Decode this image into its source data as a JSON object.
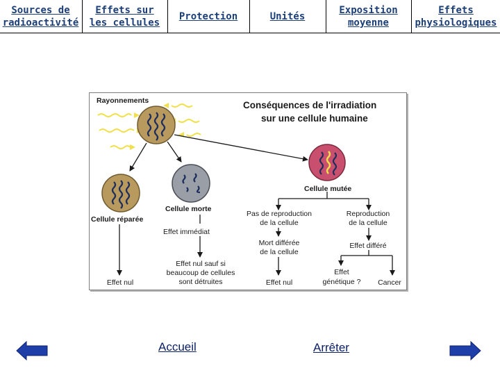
{
  "nav": {
    "tabs": [
      {
        "line1": "Sources de",
        "line2": "radioactivité"
      },
      {
        "line1": "Effets sur",
        "line2": "les cellules"
      },
      {
        "line1": "Protection",
        "line2": ""
      },
      {
        "line1": "Unités",
        "line2": ""
      },
      {
        "line1": "Exposition",
        "line2": "moyenne"
      },
      {
        "line1": "Effets",
        "line2": "physiologiques"
      }
    ]
  },
  "figure": {
    "title_line1": "Conséquences de l'irradiation",
    "title_line2": "sur une cellule humaine",
    "rayonnements": "Rayonnements",
    "cellule_reparee": "Cellule réparée",
    "cellule_morte": "Cellule morte",
    "cellule_mutee": "Cellule mutée",
    "effet_immediat": "Effet immédiat",
    "effet_nul_sauf_l1": "Effet nul sauf si",
    "effet_nul_sauf_l2": "beaucoup de cellules",
    "effet_nul_sauf_l3": "sont détruites",
    "effet_nul_left": "Effet nul",
    "pas_repro_l1": "Pas de reproduction",
    "pas_repro_l2": "de la cellule",
    "mort_differee_l1": "Mort différée",
    "mort_differee_l2": "de la cellule",
    "effet_nul_mid": "Effet nul",
    "repro_l1": "Reproduction",
    "repro_l2": "de la cellule",
    "effet_differe": "Effet différé",
    "effet_genetique_l1": "Effet",
    "effet_genetique_l2": "génétique ?",
    "cancer": "Cancer"
  },
  "bottom": {
    "accueil": "Accueil",
    "arreter": "Arrêter"
  },
  "colors": {
    "nav_text": "#1c3f7a",
    "link_text": "#0b1f66",
    "arrow_fill": "#1f3fa8",
    "cell_tan": "#b89a5e",
    "cell_grey": "#9a9ea6",
    "cell_pink": "#c8506e",
    "rays": "#f2e04a"
  }
}
